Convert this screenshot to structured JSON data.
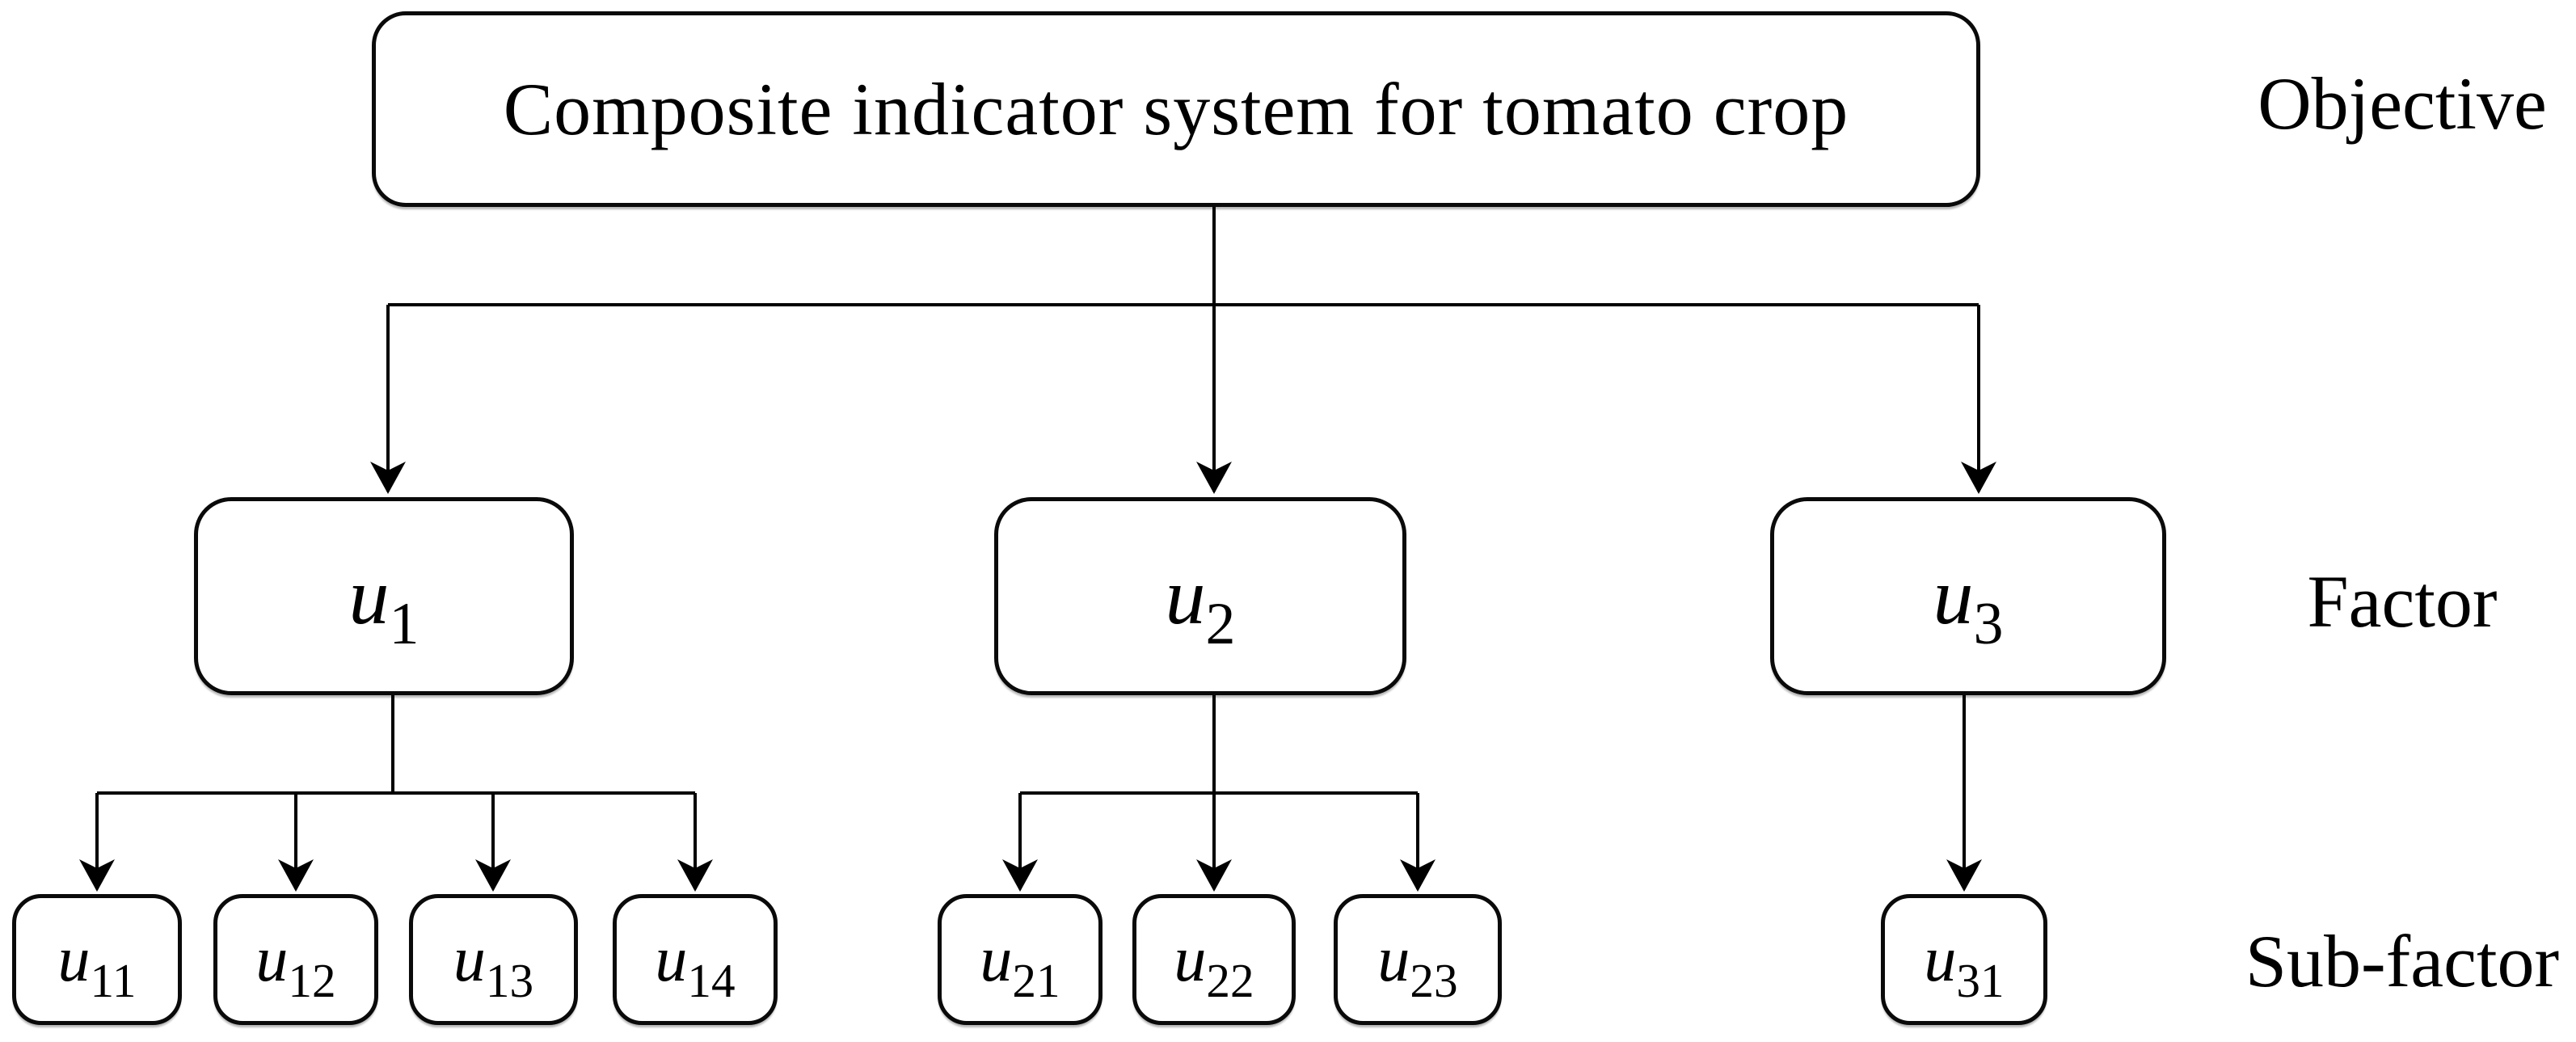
{
  "diagram": {
    "type": "hierarchy-tree",
    "orientation": "top-down"
  },
  "colors": {
    "background": "#ffffff",
    "line": "#000000",
    "box_border": "#0a0a0a",
    "box_fill": "#ffffff",
    "text": "#000000"
  },
  "objective": {
    "label": "Composite indicator system for tomato crop"
  },
  "levels": {
    "objective": "Objective",
    "factor": "Factor",
    "subfactor": "Sub-factor"
  },
  "factors": [
    {
      "id": "u1",
      "base": "u",
      "sub": "1",
      "parent": "objective"
    },
    {
      "id": "u2",
      "base": "u",
      "sub": "2",
      "parent": "objective"
    },
    {
      "id": "u3",
      "base": "u",
      "sub": "3",
      "parent": "objective"
    }
  ],
  "subfactors": [
    {
      "id": "u11",
      "base": "u",
      "sub": "11",
      "parent": "u1"
    },
    {
      "id": "u12",
      "base": "u",
      "sub": "12",
      "parent": "u1"
    },
    {
      "id": "u13",
      "base": "u",
      "sub": "13",
      "parent": "u1"
    },
    {
      "id": "u14",
      "base": "u",
      "sub": "14",
      "parent": "u1"
    },
    {
      "id": "u21",
      "base": "u",
      "sub": "21",
      "parent": "u2"
    },
    {
      "id": "u22",
      "base": "u",
      "sub": "22",
      "parent": "u2"
    },
    {
      "id": "u23",
      "base": "u",
      "sub": "23",
      "parent": "u2"
    },
    {
      "id": "u31",
      "base": "u",
      "sub": "31",
      "parent": "u3"
    }
  ]
}
